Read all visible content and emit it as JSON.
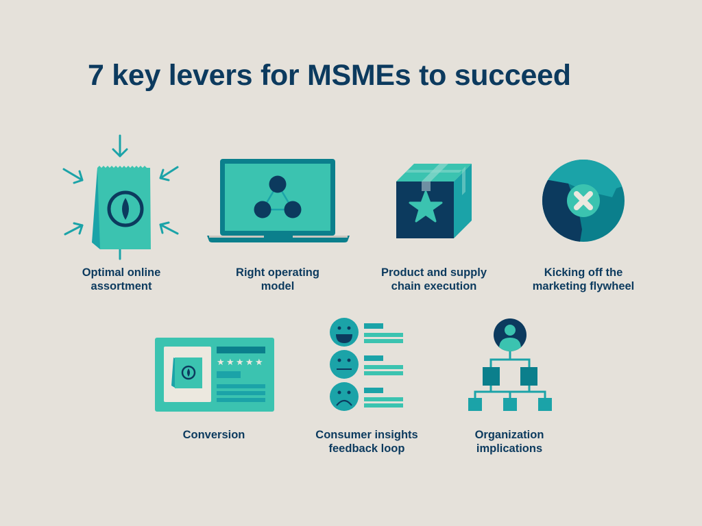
{
  "title": "7 key levers for MSMEs to succeed",
  "colors": {
    "background": "#e5e1da",
    "navy": "#0c3a5e",
    "teal_light": "#3bc3b0",
    "teal_mid": "#1ba3a8",
    "teal_dark": "#0b7f8c",
    "cream": "#ece8df"
  },
  "levers": [
    {
      "id": 1,
      "icon": "shopping-bag-arrows-icon",
      "line1": "Optimal online",
      "line2": "assortment"
    },
    {
      "id": 2,
      "icon": "laptop-network-icon",
      "line1": "Right operating",
      "line2": "model"
    },
    {
      "id": 3,
      "icon": "box-star-icon",
      "line1": "Product and supply",
      "line2": "chain execution"
    },
    {
      "id": 4,
      "icon": "flywheel-icon",
      "line1": "Kicking off the",
      "line2": "marketing flywheel"
    },
    {
      "id": 5,
      "icon": "product-card-icon",
      "line1": "Conversion",
      "line2": ""
    },
    {
      "id": 6,
      "icon": "feedback-faces-icon",
      "line1": "Consumer insights",
      "line2": "feedback loop"
    },
    {
      "id": 7,
      "icon": "org-chart-icon",
      "line1": "Organization",
      "line2": "implications"
    }
  ]
}
